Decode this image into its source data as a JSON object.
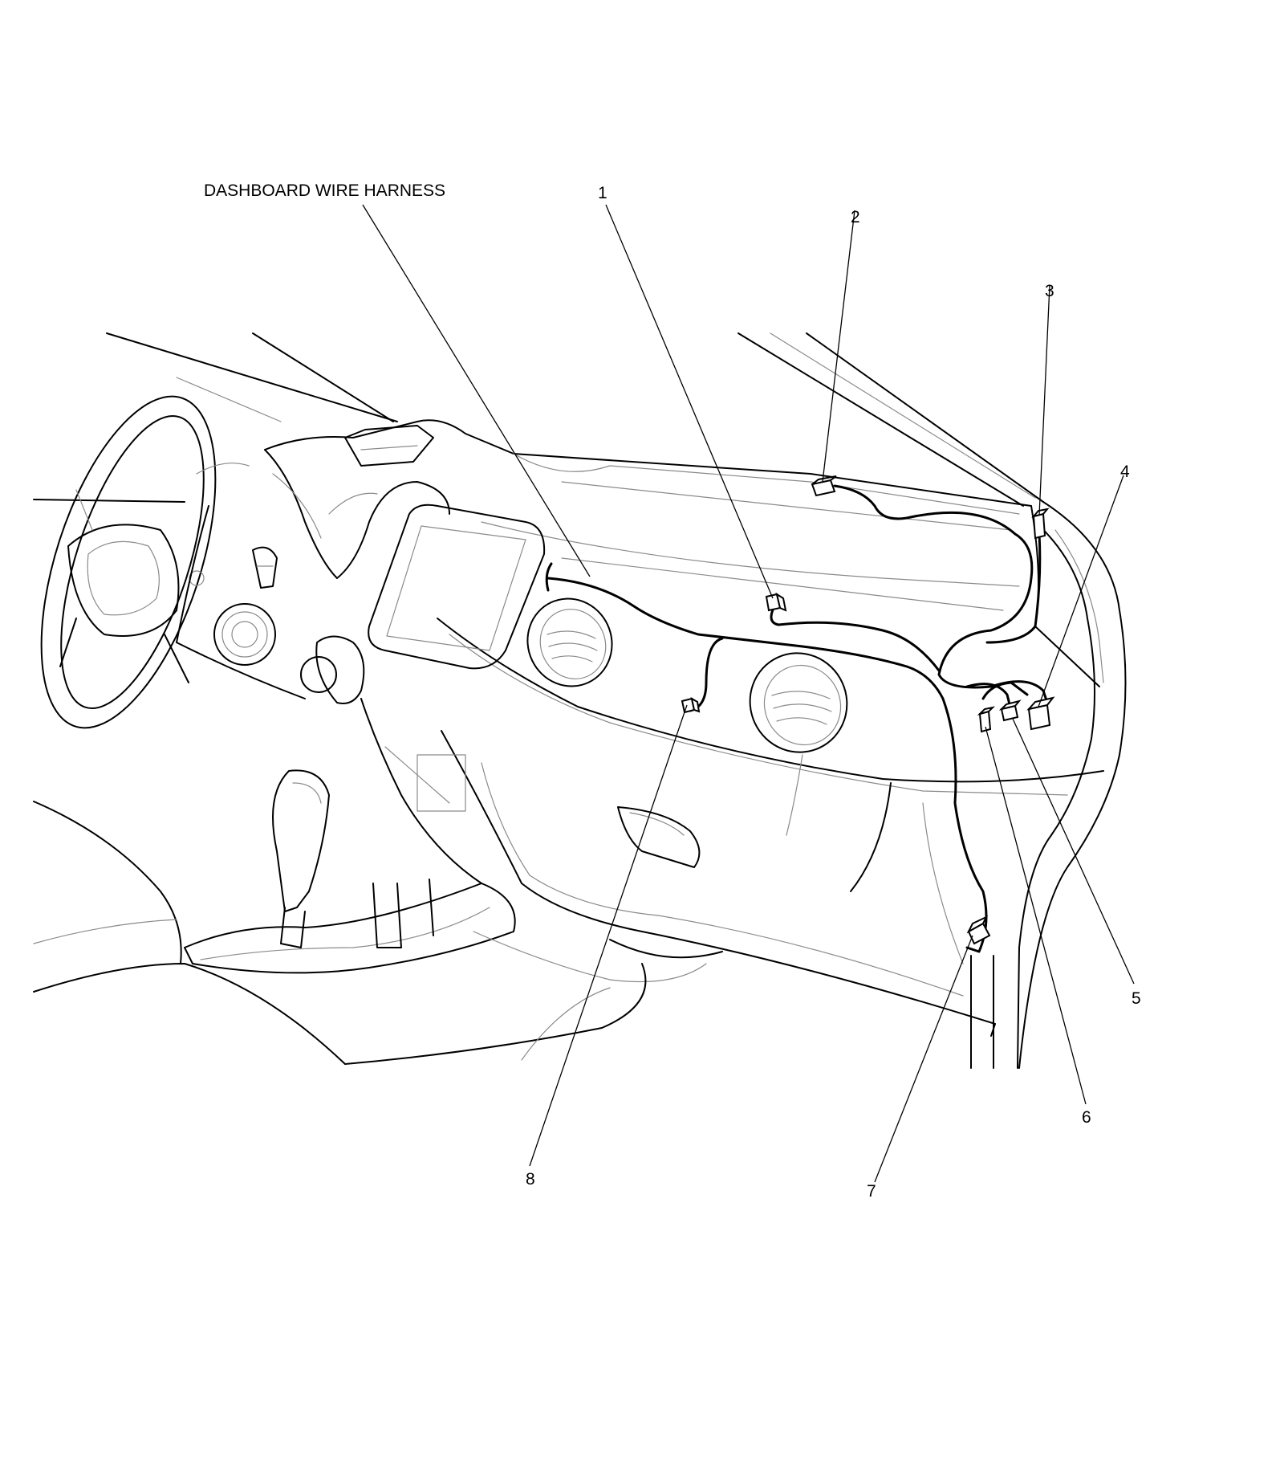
{
  "diagram": {
    "title": "DASHBOARD WIRE HARNESS",
    "callouts": [
      {
        "id": "1",
        "label": "1"
      },
      {
        "id": "2",
        "label": "2"
      },
      {
        "id": "3",
        "label": "3"
      },
      {
        "id": "4",
        "label": "4"
      },
      {
        "id": "5",
        "label": "5"
      },
      {
        "id": "6",
        "label": "6"
      },
      {
        "id": "7",
        "label": "7"
      },
      {
        "id": "8",
        "label": "8"
      }
    ]
  }
}
